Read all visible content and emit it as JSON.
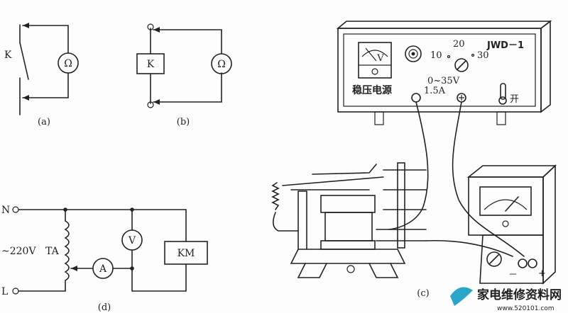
{
  "diagram_a": {
    "caption": "(a)",
    "switch_label": "K",
    "meter_symbol": "Ω"
  },
  "diagram_b": {
    "caption": "(b)",
    "relay_label": "K",
    "meter_symbol": "Ω"
  },
  "diagram_c": {
    "caption": "(c)",
    "supply_model": "JWD－1",
    "supply_name": "稳压电源",
    "range_text": "0~35V",
    "current_text": "1.5A",
    "dial_marks": [
      "10",
      "20",
      "30"
    ],
    "switch_label": "开",
    "panel_meter_symbol": "V",
    "meter_minus": "－",
    "meter_plus": "+"
  },
  "diagram_d": {
    "caption": "(d)",
    "terminal_n": "N",
    "terminal_l": "L",
    "supply_voltage": "~220V",
    "transformer_label": "TA",
    "ammeter_symbol": "A",
    "voltmeter_symbol": "V",
    "relay_label": "KM"
  },
  "watermark": {
    "brand": "家电维修资料网",
    "url": "www.520101.com"
  },
  "colors": {
    "line": "#222222",
    "watermark": "#2aa6c8"
  }
}
